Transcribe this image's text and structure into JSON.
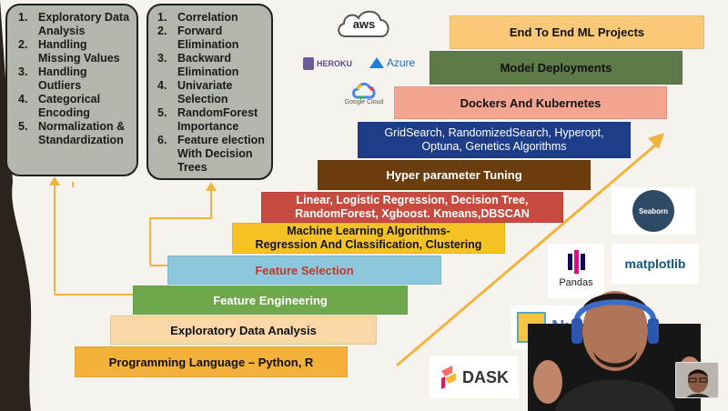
{
  "box_left": {
    "items": [
      {
        "num": "1.",
        "text": "Exploratory Data Analysis"
      },
      {
        "num": "2.",
        "text": "Handling Missing Values"
      },
      {
        "num": "3.",
        "text": "Handling Outliers"
      },
      {
        "num": "4.",
        "text": "Categorical Encoding"
      },
      {
        "num": "5.",
        "text": "Normalization & Standardization"
      }
    ]
  },
  "box_right": {
    "items": [
      {
        "num": "1.",
        "text": "Correlation"
      },
      {
        "num": "2.",
        "text": "Forward Elimination"
      },
      {
        "num": "3.",
        "text": "Backward Elimination"
      },
      {
        "num": "4.",
        "text": "Univariate Selection"
      },
      {
        "num": "5.",
        "text": "RandomForest Importance"
      },
      {
        "num": "6.",
        "text": "Feature election With Decision Trees"
      }
    ]
  },
  "steps": {
    "programming": "Programming Language – Python, R",
    "eda": "Exploratory Data Analysis",
    "feature_engineering": "Feature Engineering",
    "feature_selection": "Feature Selection",
    "ml_algorithms_1": "Machine Learning Algorithms-",
    "ml_algorithms_2": "Regression And Classification, Clustering",
    "models_1": "Linear, Logistic Regression, Decision Tree,",
    "models_2": "RandomForest, Xgboost. Kmeans,DBSCAN",
    "hyper_tuning": "Hyper parameter Tuning",
    "search_1": "GridSearch, RandomizedSearch, Hyperopt,",
    "search_2": "Optuna, Genetics Algorithms",
    "dockers": "Dockers And Kubernetes",
    "deployments": "Model Deployments",
    "end_to_end": "End To End ML Projects"
  },
  "logos": {
    "aws": "aws",
    "heroku": "HEROKU",
    "azure": "Azure",
    "google_cloud": "Google Cloud",
    "seaborn": "Seaborn",
    "pandas": "Pandas",
    "matplotlib": "matplotlib",
    "numpy": "Nu",
    "dask": "DASK"
  },
  "colors": {
    "box_fill": "#b3b6ad",
    "orange": "#f3b13a",
    "peach": "#f9d7a6",
    "green": "#6fa84c",
    "light_blue": "#8cc7de",
    "red_text": "#c0392b",
    "yellow": "#f5c224",
    "red": "#c84b3f",
    "brown": "#6b3c0e",
    "navy": "#1d3d88",
    "salmon": "#f3a592",
    "olive": "#5e7a49",
    "light_orange": "#f9c978"
  }
}
